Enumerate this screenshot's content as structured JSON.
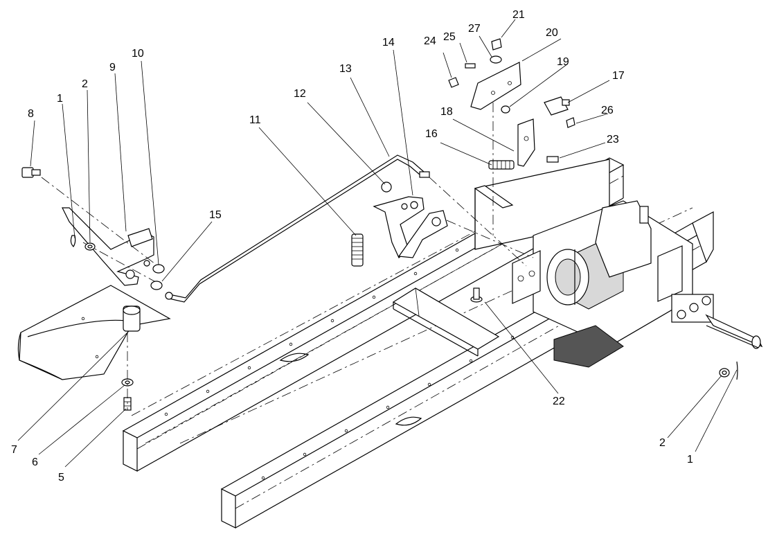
{
  "callouts": [
    {
      "id": "c-8",
      "label": "8"
    },
    {
      "id": "c-1-left",
      "label": "1"
    },
    {
      "id": "c-2-left",
      "label": "2"
    },
    {
      "id": "c-9",
      "label": "9"
    },
    {
      "id": "c-10",
      "label": "10"
    },
    {
      "id": "c-15",
      "label": "15"
    },
    {
      "id": "c-11",
      "label": "11"
    },
    {
      "id": "c-12",
      "label": "12"
    },
    {
      "id": "c-13",
      "label": "13"
    },
    {
      "id": "c-14",
      "label": "14"
    },
    {
      "id": "c-16",
      "label": "16"
    },
    {
      "id": "c-18",
      "label": "18"
    },
    {
      "id": "c-24",
      "label": "24"
    },
    {
      "id": "c-25",
      "label": "25"
    },
    {
      "id": "c-27",
      "label": "27"
    },
    {
      "id": "c-21",
      "label": "21"
    },
    {
      "id": "c-20",
      "label": "20"
    },
    {
      "id": "c-19",
      "label": "19"
    },
    {
      "id": "c-17",
      "label": "17"
    },
    {
      "id": "c-26",
      "label": "26"
    },
    {
      "id": "c-23",
      "label": "23"
    },
    {
      "id": "c-22",
      "label": "22"
    },
    {
      "id": "c-7",
      "label": "7"
    },
    {
      "id": "c-6",
      "label": "6"
    },
    {
      "id": "c-5",
      "label": "5"
    },
    {
      "id": "c-2-right",
      "label": "2"
    },
    {
      "id": "c-1-right",
      "label": "1"
    }
  ]
}
